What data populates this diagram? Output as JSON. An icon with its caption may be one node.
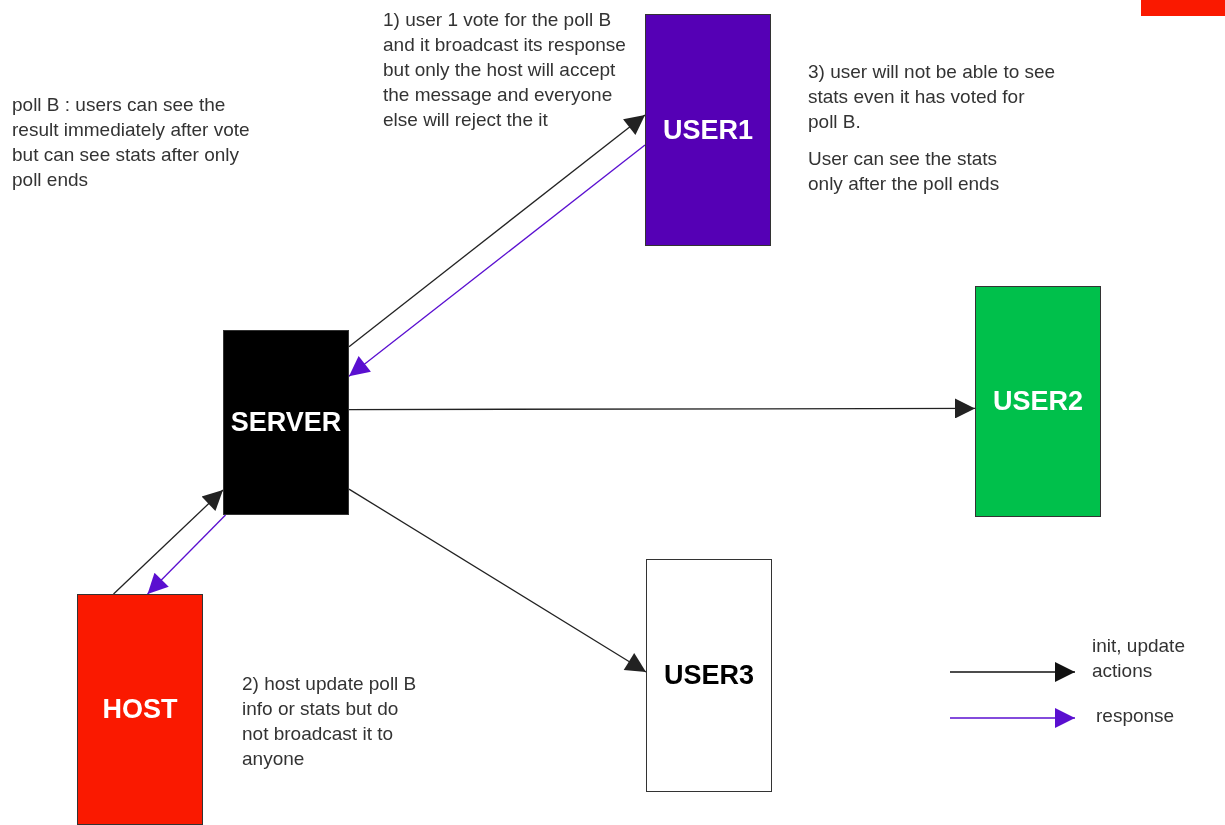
{
  "diagram": {
    "nodes": [
      {
        "text": [
          "USER1"
        ]
      },
      {
        "text": [
          "USER2"
        ]
      },
      {
        "text": [
          "SERVER"
        ]
      },
      {
        "text": [
          "USER3"
        ]
      },
      {
        "text": [
          "HOST"
        ]
      }
    ],
    "edges": [
      {
        "from": 2,
        "to": 0,
        "arrow": "to"
      },
      {
        "from": 0,
        "to": 2,
        "arrow": "to",
        "color": "#5a0fd0"
      },
      {
        "from": 2,
        "to": 1,
        "arrow": "to"
      },
      {
        "from": 2,
        "to": 3,
        "arrow": "to"
      },
      {
        "from": 4,
        "to": 2,
        "arrow": "to"
      },
      {
        "from": 2,
        "to": 4,
        "arrow": "to",
        "color": "#5a0fd0"
      }
    ],
    "labels": [
      "1) user 1 vote for the poll B and it broadcast its response but only the host will accept the message and everyone else will reject the it",
      "3) user will not be able to see stats even it has voted for poll B.",
      "poll B : users can see the result immediately after vote but can see stats after only poll ends",
      "User can see the stats only after the poll ends",
      "2) host update poll B info or stats but do not broadcast it to anyone"
    ],
    "legend": [
      {
        "text": "init, update actions"
      },
      {
        "text": "response"
      }
    ]
  }
}
